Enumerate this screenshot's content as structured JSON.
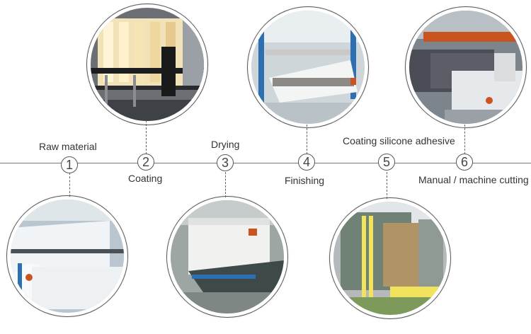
{
  "steps": [
    {
      "number": "1",
      "label": "Raw material",
      "photo_icon": "paper-roll-photo"
    },
    {
      "number": "2",
      "label": "Coating",
      "photo_icon": "coating-machine-photo"
    },
    {
      "number": "3",
      "label": "Drying",
      "photo_icon": "drying-oven-photo"
    },
    {
      "number": "4",
      "label": "Finishing",
      "photo_icon": "finishing-roller-photo"
    },
    {
      "number": "5",
      "label": "Coating silicone adhesive",
      "photo_icon": "silicone-coating-line-photo"
    },
    {
      "number": "6",
      "label": "Manual / machine cutting",
      "photo_icon": "cutting-machine-photo"
    }
  ],
  "colors": {
    "line": "#777777",
    "marker": "#555555",
    "text": "#333333",
    "accent_orange": "#c9541f",
    "accent_yellow": "#f1e35b",
    "machine_blue": "#2d6fb0"
  }
}
